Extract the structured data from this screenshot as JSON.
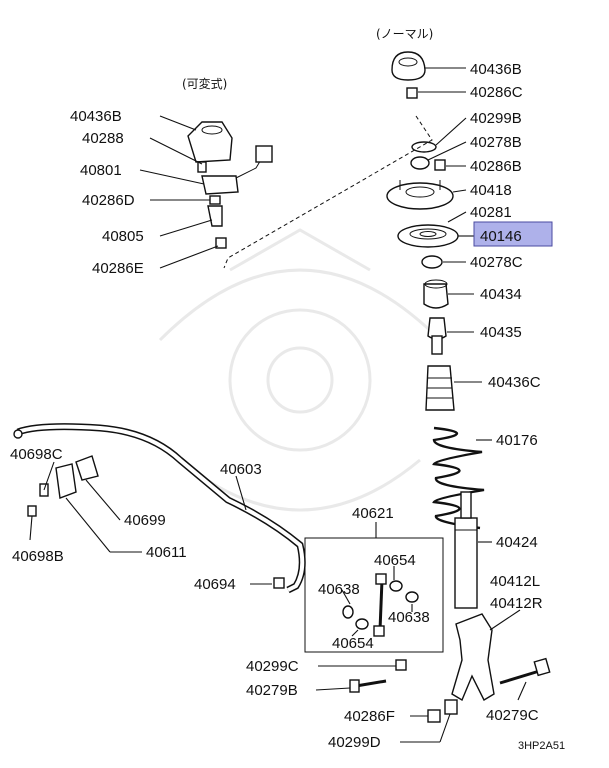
{
  "header": {
    "normal_label": "(ノーマル)",
    "variable_label": "(可変式)"
  },
  "footer": {
    "code": "3HP2A51"
  },
  "highlight_color": "#aeb1ea",
  "parts": {
    "p40436B_top": "40436B",
    "p40286C_top": "40286C",
    "p40299B": "40299B",
    "p40278B": "40278B",
    "p40286B": "40286B",
    "p40418": "40418",
    "p40281": "40281",
    "p40146": "40146",
    "p40278C": "40278C",
    "p40434": "40434",
    "p40435": "40435",
    "p40436C": "40436C",
    "p40176": "40176",
    "p40424": "40424",
    "p40412L": "40412L",
    "p40412R": "40412R",
    "p40279C": "40279C",
    "p40436B_left": "40436B",
    "p40288": "40288",
    "p40801": "40801",
    "p40286D": "40286D",
    "p40805": "40805",
    "p40286E": "40286E",
    "p40698C": "40698C",
    "p40698B": "40698B",
    "p40699": "40699",
    "p40611": "40611",
    "p40603": "40603",
    "p40621": "40621",
    "p40654_top": "40654",
    "p40638_left": "40638",
    "p40638_right": "40638",
    "p40654_bottom": "40654",
    "p40694": "40694",
    "p40299C": "40299C",
    "p40279B": "40279B",
    "p40286F": "40286F",
    "p40299D": "40299D"
  }
}
